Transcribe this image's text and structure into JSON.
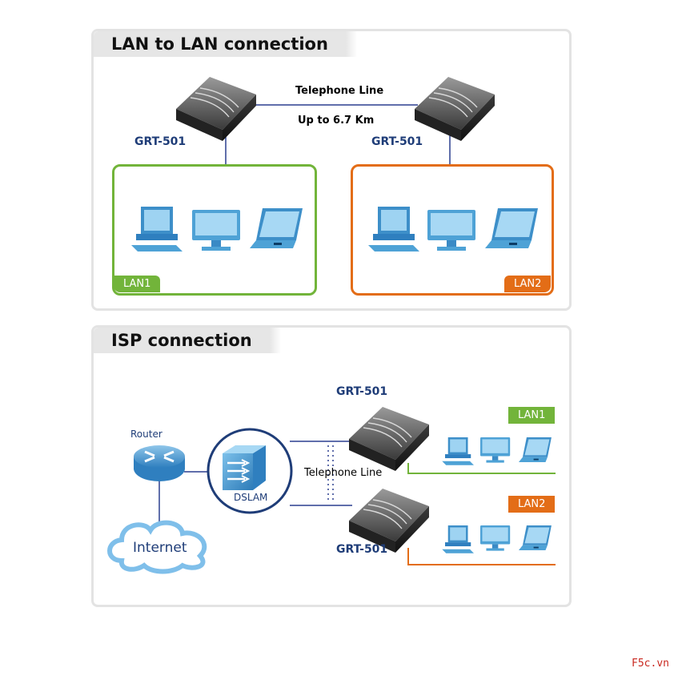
{
  "panels": {
    "lan_to_lan": {
      "title": "LAN to LAN connection",
      "telephone_line": "Telephone Line",
      "distance": "Up to 6.7 Km",
      "device_left": "GRT-501",
      "device_right": "GRT-501",
      "lan_left": "LAN1",
      "lan_right": "LAN2"
    },
    "isp": {
      "title": "ISP connection",
      "router_label": "Router",
      "dslam_label": "DSLAM",
      "internet_label": "Internet",
      "telephone_line": "Telephone Line",
      "device_top": "GRT-501",
      "device_bottom": "GRT-501",
      "lan_top": "LAN1",
      "lan_bottom": "LAN2"
    }
  },
  "colors": {
    "lan1": "#72b43a",
    "lan2": "#e36d17",
    "line": "#2b3f8f",
    "device_text": "#1f3d78",
    "computer": "#4ea2d6"
  },
  "watermark": "F5c.vn"
}
